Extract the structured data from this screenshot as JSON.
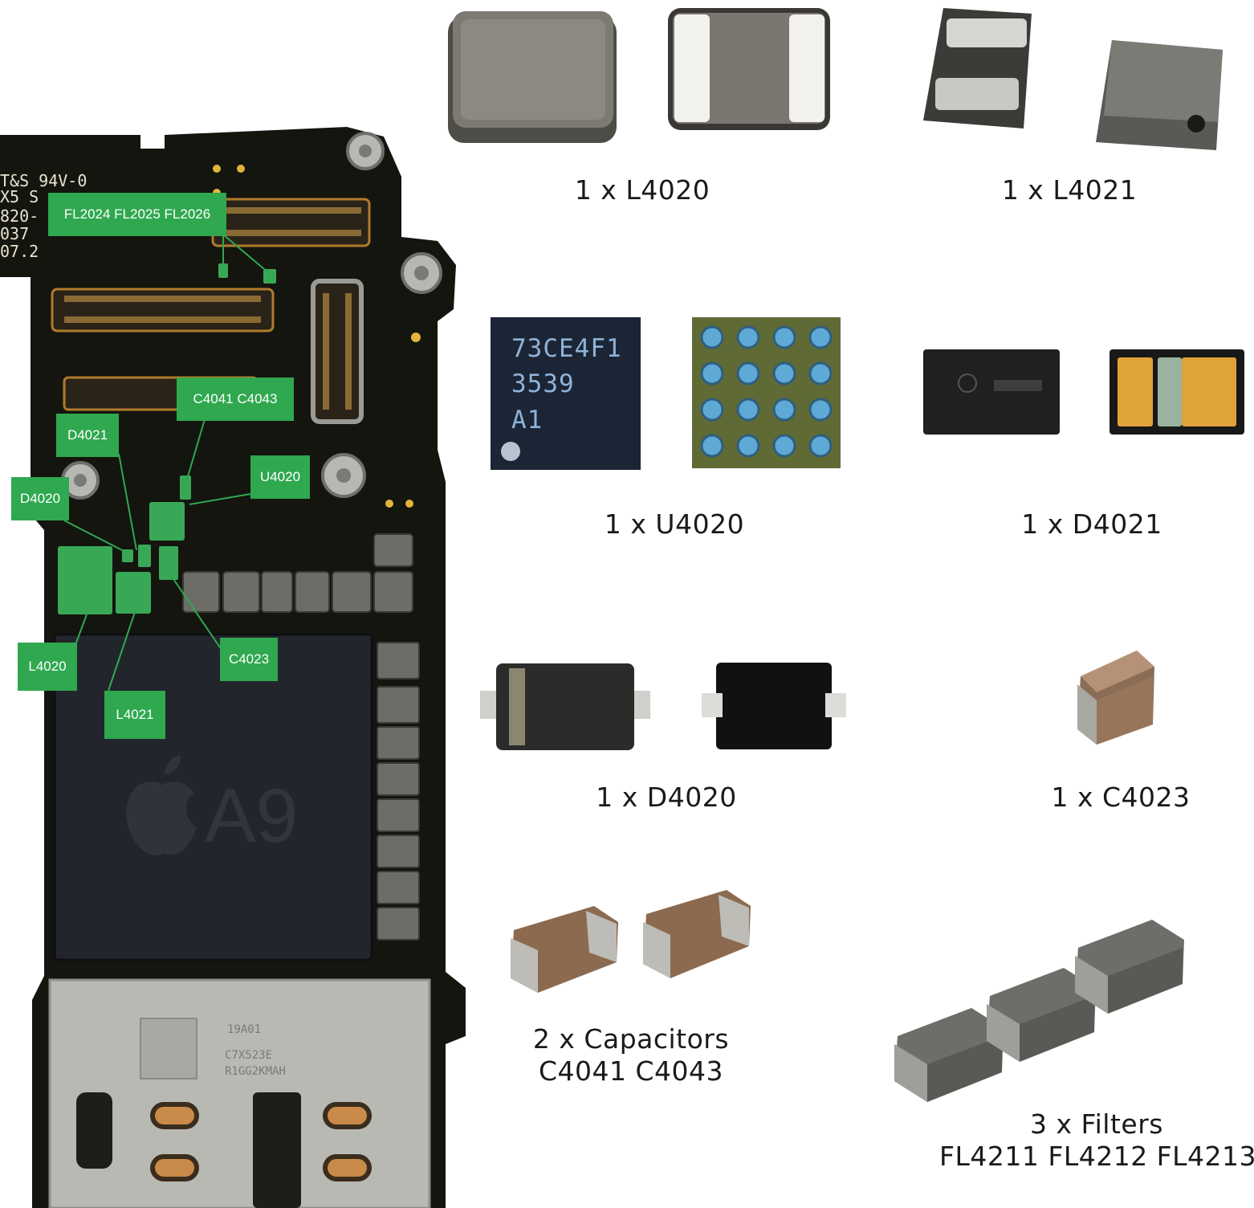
{
  "board": {
    "silkscreen": [
      "T&S  94V-0",
      "X5 S",
      "820-",
      "037",
      "07.2"
    ],
    "soc_marking": "A9",
    "shield_marking": [
      "19A01",
      "C7X523E",
      "R1GG2KMAH"
    ],
    "callouts": {
      "fl": "FL2024 FL2025 FL2026",
      "c4041": "C4041 C4043",
      "d4021": "D4021",
      "u4020": "U4020",
      "d4020": "D4020",
      "l4020": "L4020",
      "c4023": "C4023",
      "l4021": "L4021"
    },
    "colors": {
      "pcb": "#14150f",
      "callout": "#2fa84f",
      "shield": "#b9b9b4"
    }
  },
  "parts": {
    "l4020": "1 x L4020",
    "l4021": "1 x L4021",
    "u4020": "1 x U4020",
    "u4020_marking": [
      "73CE4F1",
      "3539",
      "A1"
    ],
    "d4021": "1 x D4021",
    "d4020": "1 x D4020",
    "c4023": "1 x C4023",
    "capacitors": [
      "2 x Capacitors",
      "C4041  C4043"
    ],
    "filters": [
      "3 x Filters",
      "FL4211  FL4212 FL4213"
    ]
  }
}
